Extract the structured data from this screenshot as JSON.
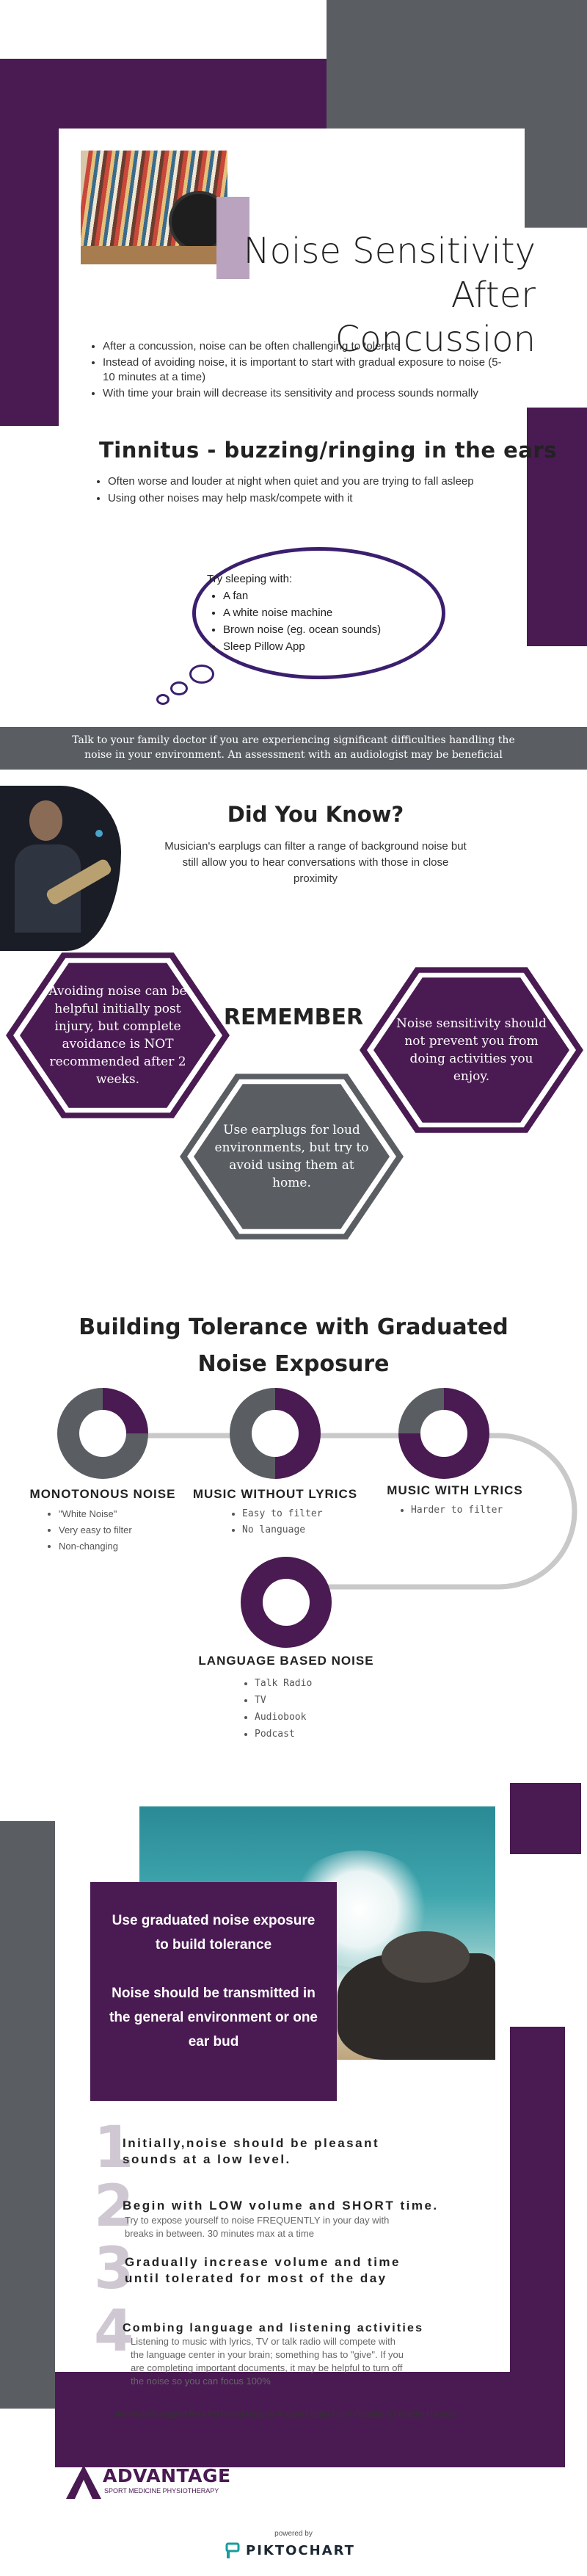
{
  "header": {
    "title_line1": "Noise Sensitivity",
    "title_line2": "After Concussion",
    "image_icon": "records-headphones-photo",
    "bullets": [
      "After a concussion,  noise can be often challenging to tolerate",
      "Instead of avoiding noise, it is important to start with gradual exposure to noise (5-10 minutes at a time)",
      "With time your brain will decrease its sensitivity and process sounds normally"
    ]
  },
  "tinnitus": {
    "title": "Tinnitus - buzzing/ringing in the ears",
    "bullets": [
      "Often worse and louder at night when quiet and you are trying to fall asleep",
      "Using other noises may help mask/compete with it"
    ],
    "bubble_intro": "Try sleeping with:",
    "bubble_items": [
      "A fan",
      "A white noise machine",
      "Brown noise (eg. ocean sounds)",
      "Sleep Pillow App"
    ]
  },
  "banner": {
    "text_line1": "Talk to your family doctor if you are experiencing significant difficulties handling the",
    "text_line2": "noise in your environment. An assessment with an audiologist may be beneficial"
  },
  "did_you_know": {
    "title": "Did You Know?",
    "line1": "Musician's earplugs can filter a range of background noise but",
    "line2": "still allow you to hear conversations with those in close",
    "line3": "proximity",
    "image_icon": "guitarist-photo"
  },
  "remember": {
    "title": "REMEMBER",
    "left": [
      "Avoiding noise can be",
      "helpful initially post",
      "injury, but complete",
      "avoidance is NOT",
      "recommended after 2",
      "weeks."
    ],
    "middle": [
      "Use earplugs for loud",
      "environments, but try to",
      "avoid using them at",
      "home."
    ],
    "right": [
      "Noise sensitivity should",
      "not prevent you from",
      "doing activities you",
      "enjoy."
    ]
  },
  "tolerance": {
    "title_line1": "Building Tolerance with Graduated",
    "title_line2": "Noise Exposure",
    "stages": [
      {
        "title": "MONOTONOUS NOISE",
        "items": [
          "\"White Noise\"",
          "Very easy to filter",
          "Non-changing"
        ],
        "fill": 0.25
      },
      {
        "title": "MUSIC WITHOUT LYRICS",
        "items": [
          "Easy to filter",
          "No language"
        ],
        "fill": 0.5
      },
      {
        "title": "MUSIC WITH LYRICS",
        "items": [
          "Harder to filter"
        ],
        "fill": 0.75
      },
      {
        "title": "LANGUAGE BASED NOISE",
        "items": [
          "Talk Radio",
          "TV",
          "Audiobook",
          "Podcast"
        ],
        "fill": 1.0
      }
    ]
  },
  "graduated": {
    "line1": "Use graduated noise exposure",
    "line2": "to build tolerance",
    "line3": "Noise should be transmitted in",
    "line4": "the general environment or one",
    "line5": "ear bud",
    "image_icon": "ocean-wave-photo"
  },
  "steps": [
    {
      "num": "1",
      "title_line1": "Initially,noise should be pleasant",
      "title_line2": "sounds at a low level.",
      "desc": []
    },
    {
      "num": "2",
      "title_line1": "Begin with LOW volume and SHORT time.",
      "title_line2": "",
      "desc": [
        "Try to expose yourself to noise FREQUENTLY in your day with",
        "breaks in between. 30 minutes max at a time"
      ]
    },
    {
      "num": "3",
      "title_line1": "Gradually increase volume and time",
      "title_line2": "until tolerated for most of the day",
      "desc": []
    },
    {
      "num": "4",
      "title_line1": "Combing language and listening activities",
      "title_line2": "",
      "desc": [
        "Listening to music with lyrics, TV or talk radio will compete with",
        "the language center in your brain; something has to \"give\". If you",
        "are completing important documents, it may be helpful to turn off",
        "the noise so you can focus 100%"
      ]
    }
  ],
  "source": "Information adapted from Parkwood Hospital Acquired Brain Injury Outpatient Program Handout",
  "footer": {
    "logo_name": "ADVANTAGE",
    "logo_sub": "SPORT MEDICINE PHYSIOTHERAPY",
    "powered_by": "powered by",
    "piktochart": "PIKTOCHART"
  },
  "colors": {
    "purple": "#4a1a52",
    "grey": "#5a5e63",
    "light_purple": "#b9a3bf"
  }
}
